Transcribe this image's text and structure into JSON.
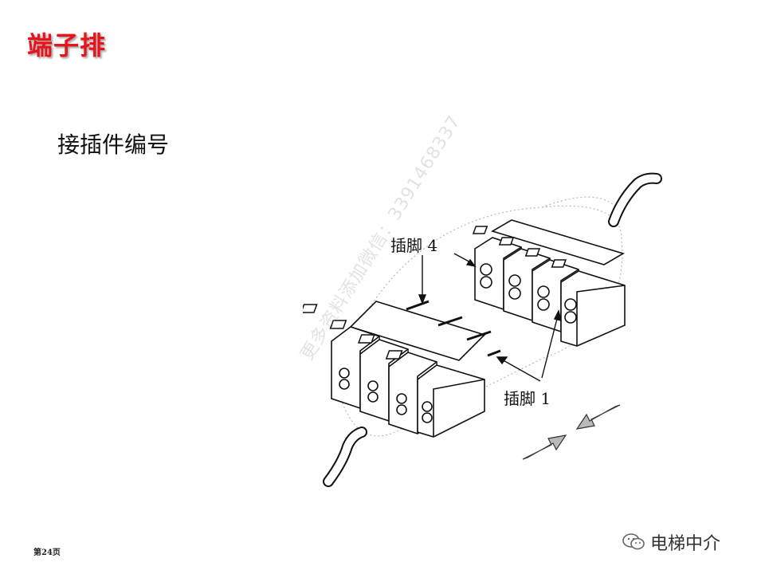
{
  "slide": {
    "title": "端子排",
    "subtitle": "接插件编号",
    "page_number": "第24页"
  },
  "figure": {
    "label_pin4": "插脚 4",
    "label_pin1": "插脚 1",
    "watermark": "更多资料添加微信：3391468337"
  },
  "brand": {
    "name": "电梯中介",
    "icon": "wechat-icon"
  },
  "colors": {
    "title": "#e8141b",
    "text": "#111111"
  }
}
